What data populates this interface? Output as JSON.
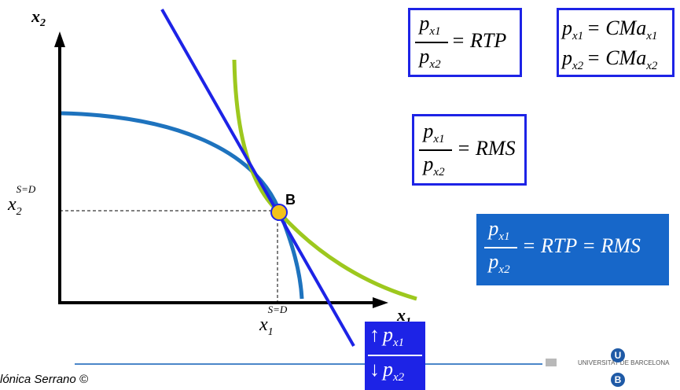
{
  "diagram": {
    "axis_y_label": "x",
    "axis_y_sub": "2",
    "axis_x_label": "x",
    "axis_x_sub": "1",
    "y_tick_label": "x",
    "y_tick_sub": "2",
    "y_tick_sup": "S=D",
    "x_tick_label": "x",
    "x_tick_sub": "1",
    "x_tick_sup": "S=D",
    "point_label": "B",
    "colors": {
      "ppf_curve": "#1e73be",
      "indifference_curve": "#9dc81e",
      "price_line": "#1d23e6",
      "box_border": "#1d23e6",
      "highlight_fill": "#1767c9"
    }
  },
  "boxes": {
    "rtp": {
      "num_p": "p",
      "num_sub": "x1",
      "den_p": "p",
      "den_sub": "x2",
      "rhs": "= RTP"
    },
    "cma": {
      "line1_p": "p",
      "line1_sub": "x1",
      "line1_rhs": "= CMa",
      "line1_rhs_sub": "x1",
      "line2_p": "p",
      "line2_sub": "x2",
      "line2_rhs": "= CMa",
      "line2_rhs_sub": "x2"
    },
    "rms": {
      "num_p": "p",
      "num_sub": "x1",
      "den_p": "p",
      "den_sub": "x2",
      "rhs": "= RMS"
    },
    "equil": {
      "num_p": "p",
      "num_sub": "x1",
      "den_p": "p",
      "den_sub": "x2",
      "rhs": "= RTP = RMS"
    },
    "price_change": {
      "up_arrow": "↑",
      "up_p": "p",
      "up_sub": "x1",
      "down_arrow": "↓",
      "down_p": "p",
      "down_sub": "x2"
    }
  },
  "footer": {
    "author": "lónica Serrano ©",
    "university": "UNIVERSITAT DE BARCELONA",
    "logo_top": "U",
    "logo_bottom": "B"
  }
}
